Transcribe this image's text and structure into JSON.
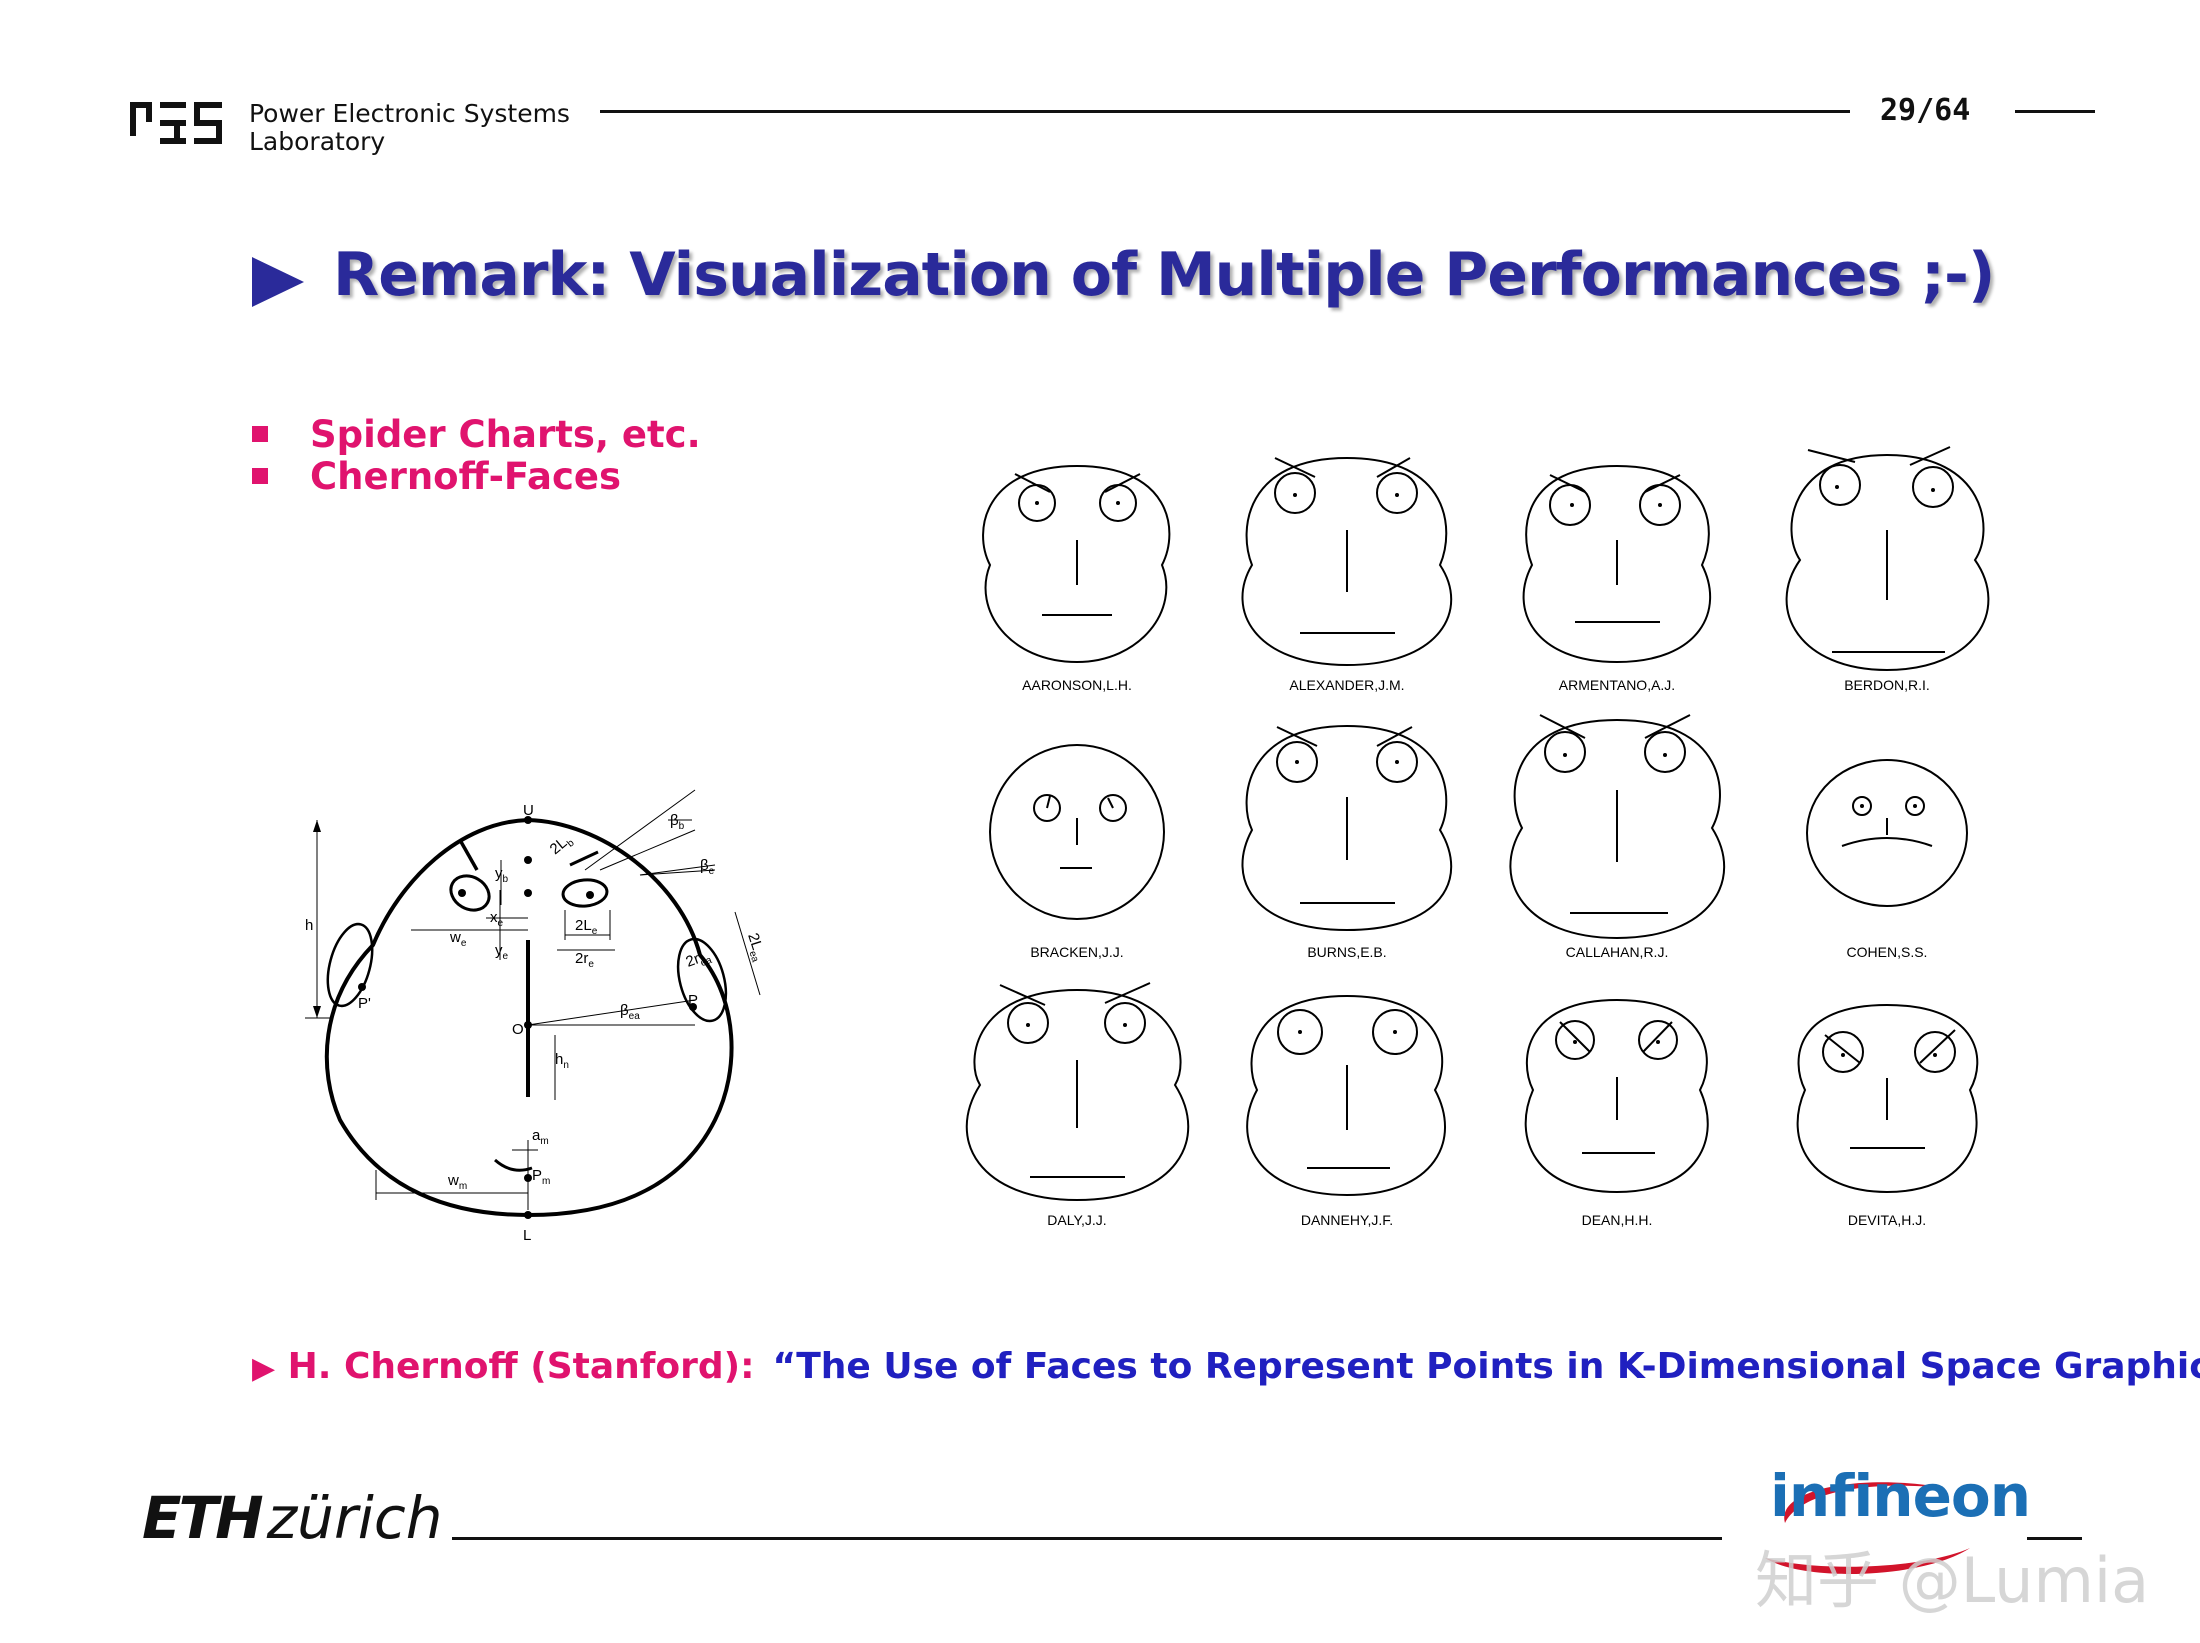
{
  "header": {
    "lab_line1": "Power Electronic Systems",
    "lab_line2": "Laboratory",
    "page_number": "29/64"
  },
  "title": "Remark: Visualization of Multiple Performances ;-)",
  "bullets": [
    "Spider Charts, etc.",
    "Chernoff-Faces"
  ],
  "diagram_labels": {
    "U": "U",
    "L": "L",
    "O": "O",
    "P": "P",
    "P_prime": "P'",
    "h": "h",
    "h_n": "h",
    "h_n_sub": "n",
    "w_e": "w",
    "w_e_sub": "e",
    "x_e": "x",
    "x_e_sub": "e",
    "y_e": "y",
    "y_e_sub": "e",
    "y_b": "y",
    "y_b_sub": "b",
    "two_L_e": "2L",
    "two_L_e_sub": "e",
    "two_r_e": "2r",
    "two_r_e_sub": "e",
    "two_L_b": "2L",
    "two_L_b_sub": "b",
    "two_L_ea": "2L",
    "two_L_ea_sub": "ea",
    "two_r_ea": "2r",
    "two_r_ea_sub": "ea",
    "beta_b": "β",
    "beta_b_sub": "b",
    "beta_e": "β",
    "beta_e_sub": "e",
    "beta_ea": "β",
    "beta_ea_sub": "ea",
    "a_m": "a",
    "a_m_sub": "m",
    "w_m": "w",
    "w_m_sub": "m",
    "P_m": "P",
    "P_m_sub": "m"
  },
  "faces": [
    {
      "name": "AARONSON,L.H."
    },
    {
      "name": "ALEXANDER,J.M."
    },
    {
      "name": "ARMENTANO,A.J."
    },
    {
      "name": "BERDON,R.I."
    },
    {
      "name": "BRACKEN,J.J."
    },
    {
      "name": "BURNS,E.B."
    },
    {
      "name": "CALLAHAN,R.J."
    },
    {
      "name": "COHEN,S.S."
    },
    {
      "name": "DALY,J.J."
    },
    {
      "name": "DANNEHY,J.F."
    },
    {
      "name": "DEAN,H.H."
    },
    {
      "name": "DEVITA,H.J."
    }
  ],
  "reference": {
    "author": "H. Chernoff (Stanford):",
    "paper": "“The Use of Faces to Represent Points in K-Dimensional Space Graphically”"
  },
  "footer": {
    "eth_bold": "ETH",
    "eth_rest": "zürich",
    "infineon": "infineon",
    "watermark": "知乎 @Lumia"
  },
  "colors": {
    "title": "#2a2a9a",
    "accent_magenta": "#e0136e",
    "reference_blue": "#2020c0",
    "infineon_blue": "#1b6fb5",
    "infineon_red": "#d2142b"
  }
}
